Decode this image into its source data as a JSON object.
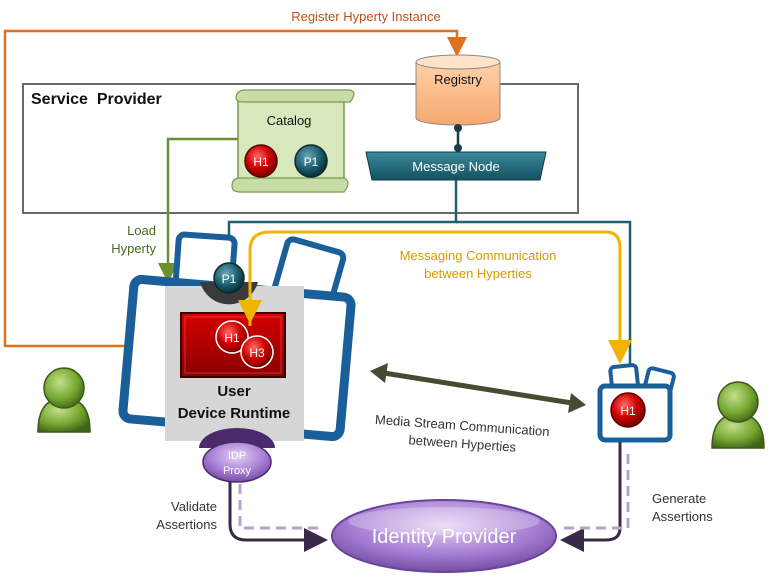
{
  "labels": {
    "register": "Register Hyperty Instance",
    "service_provider": "Service  Provider",
    "registry": "Registry",
    "catalog": "Catalog",
    "catalog_h1": "H1",
    "catalog_p1": "P1",
    "message_node": "Message Node",
    "load_line1": "Load",
    "load_line2": "Hyperty",
    "messaging_line1": "Messaging Communication",
    "messaging_line2": "between Hyperties",
    "device_p1": "P1",
    "device_h1": "H1",
    "device_h3": "H3",
    "runtime_line1": "User",
    "runtime_line2": "Device Runtime",
    "media_line1": "Media Stream Communication",
    "media_line2": "between Hyperties",
    "remote_h1": "H1",
    "idp_line1": "IDP",
    "idp_line2": "Proxy",
    "validate_line1": "Validate",
    "validate_line2": "Assertions",
    "generate_line1": "Generate",
    "generate_line2": "Assertions",
    "identity_provider": "Identity Provider"
  },
  "colors": {
    "register_arrow": "#e07020",
    "load_arrow": "#6a8f2e",
    "messaging_arrow": "#f0b400",
    "message_node_line": "#1e5f70",
    "media_arrow": "#4a4a32",
    "identity_line": "#3a2a4a",
    "identity_dashed": "#b8a0d0",
    "hyperty_red": "#c00000",
    "protostub_blue": "#1e5f70",
    "idp_purple": "#9a72c8"
  }
}
